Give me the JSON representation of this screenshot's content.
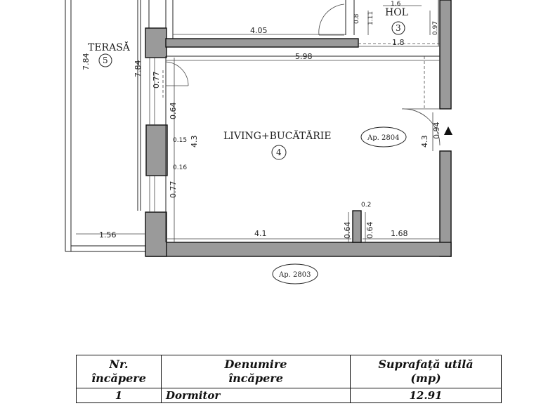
{
  "rooms": {
    "terasa": {
      "name": "TERASĂ",
      "number": "5"
    },
    "hol": {
      "name": "HOL",
      "number": "3"
    },
    "living": {
      "name": "LIVING+BUCĂTĂRIE",
      "number": "4"
    }
  },
  "dimensions": {
    "d_7_84_left": "7.84",
    "d_7_84_right": "7.84",
    "d_4_05": "4.05",
    "d_5_98": "5.98",
    "d_1_6": "1.6",
    "d_0_8": "0.8",
    "d_1_11": "1.11",
    "d_0_97": "0.97",
    "d_1_8": "1.8",
    "d_0_77_top": "0.77",
    "d_0_64_top": "0.64",
    "d_0_15": "0.15",
    "d_0_16": "0.16",
    "d_4_3_left": "4.3",
    "d_0_77_bottom": "0.77",
    "d_4_3_right": "4.3",
    "d_0_94": "0.94",
    "d_1_56": "1.56",
    "d_4_1": "4.1",
    "d_0_64_a": "0.64",
    "d_0_2": "0.2",
    "d_0_64_b": "0.64",
    "d_1_68": "1.68"
  },
  "apartment_labels": {
    "ap_2804": "Ap. 2804",
    "ap_2803": "Ap. 2803"
  },
  "table": {
    "headers": {
      "nr_line1": "Nr.",
      "nr_line2": "încăpere",
      "name_line1": "Denumire",
      "name_line2": "încăpere",
      "area_line1": "Suprafață utilă",
      "area_line2": "(mp)"
    },
    "rows": [
      {
        "nr": "1",
        "name": "Dormitor",
        "area": "12.91"
      }
    ]
  }
}
